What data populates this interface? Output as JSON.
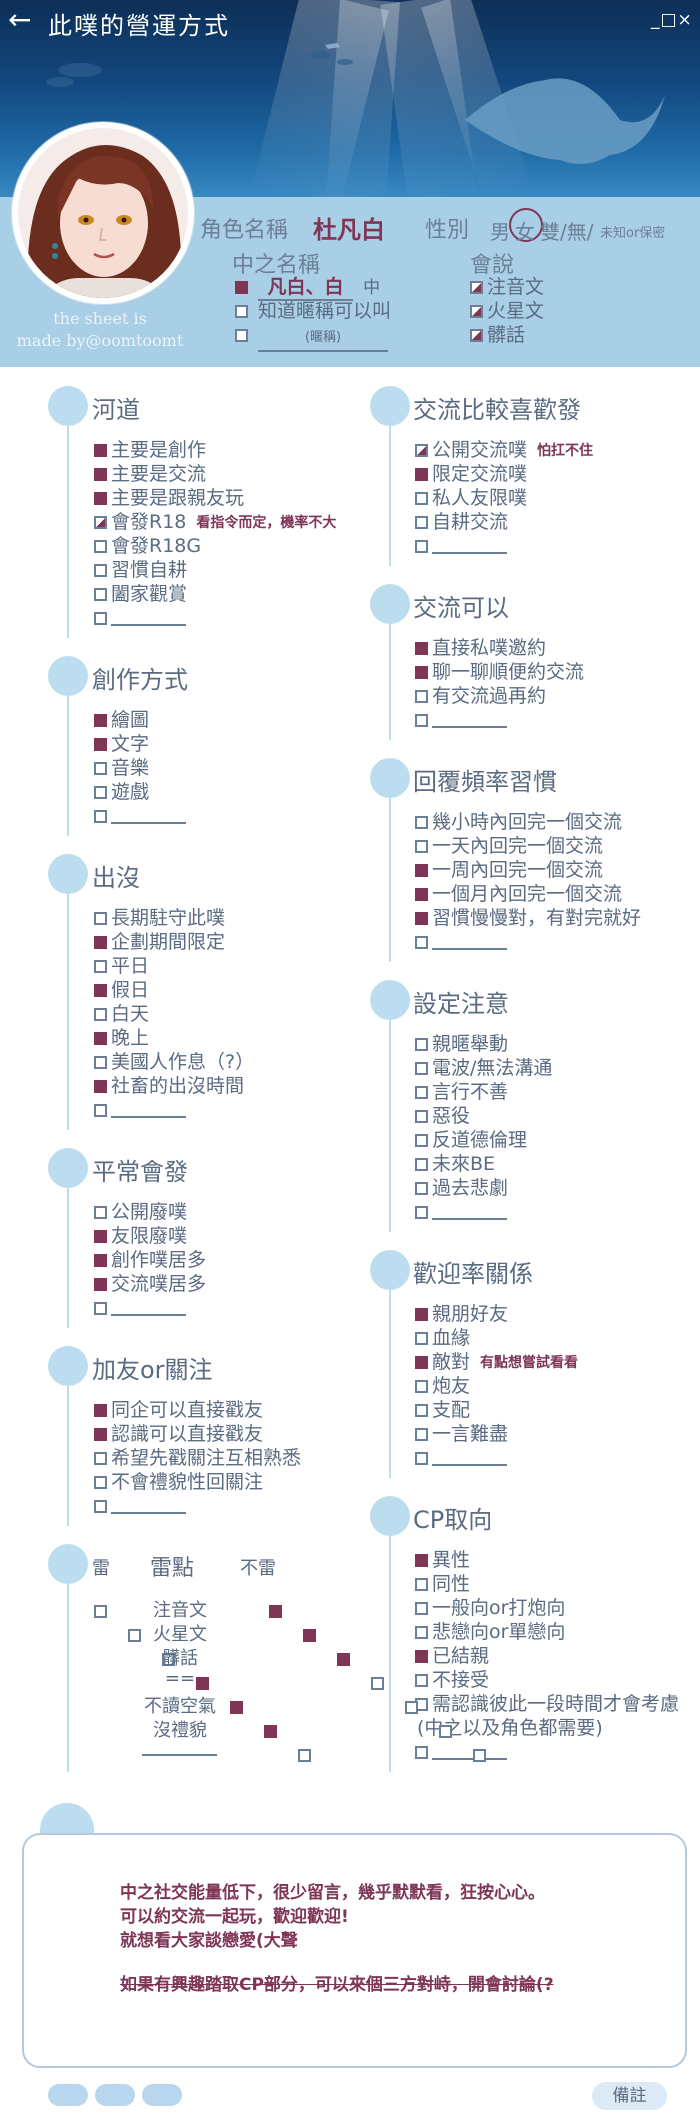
{
  "header": {
    "title": "此噗的營運方式",
    "window_controls": "_□×"
  },
  "credit": {
    "line1": "the sheet is",
    "line2": "made by@oomtoomt"
  },
  "profile": {
    "name_label": "角色名稱",
    "name_value": "杜凡白",
    "gender_label": "性別",
    "gender_male": "男",
    "gender_female": "女",
    "gender_rest": "雙/無/",
    "gender_small": "未知or保密",
    "pl_label": "中之名稱",
    "pl_name": "凡白、白",
    "pl_name_suffix": "中",
    "pl_nickname_ok": "知道暱稱可以叫",
    "nick_placeholder": "(暱稱)",
    "lang_label": "會說",
    "langs": [
      {
        "text": "注音文",
        "state": "half"
      },
      {
        "text": "火星文",
        "state": "half"
      },
      {
        "text": "髒話",
        "state": "half"
      }
    ]
  },
  "sections_left": [
    {
      "title": "河道",
      "items": [
        {
          "text": "主要是創作",
          "state": "on"
        },
        {
          "text": "主要是交流",
          "state": "on"
        },
        {
          "text": "主要是跟親友玩",
          "state": "on"
        },
        {
          "text": "會發R18",
          "state": "half",
          "note": "看指令而定，機率不大"
        },
        {
          "text": "會發R18G",
          "state": "off"
        },
        {
          "text": "習慣自耕",
          "state": "off"
        },
        {
          "text": "闔家觀賞",
          "state": "off"
        },
        {
          "text": "",
          "state": "off",
          "blank": true
        }
      ]
    },
    {
      "title": "創作方式",
      "items": [
        {
          "text": "繪圖",
          "state": "on"
        },
        {
          "text": "文字",
          "state": "on"
        },
        {
          "text": "音樂",
          "state": "off"
        },
        {
          "text": "遊戲",
          "state": "off"
        },
        {
          "text": "",
          "state": "off",
          "blank": true
        }
      ]
    },
    {
      "title": "出沒",
      "items": [
        {
          "text": "長期駐守此噗",
          "state": "off"
        },
        {
          "text": "企劃期間限定",
          "state": "on"
        },
        {
          "text": "平日",
          "state": "off"
        },
        {
          "text": "假日",
          "state": "on"
        },
        {
          "text": "白天",
          "state": "off"
        },
        {
          "text": "晚上",
          "state": "on"
        },
        {
          "text": "美國人作息（?）",
          "state": "off"
        },
        {
          "text": "社畜的出沒時間",
          "state": "on"
        },
        {
          "text": "",
          "state": "off",
          "blank": true
        }
      ]
    },
    {
      "title": "平常會發",
      "items": [
        {
          "text": "公開廢噗",
          "state": "off"
        },
        {
          "text": "友限廢噗",
          "state": "on"
        },
        {
          "text": "創作噗居多",
          "state": "on"
        },
        {
          "text": "交流噗居多",
          "state": "on"
        },
        {
          "text": "",
          "state": "off",
          "blank": true
        }
      ]
    },
    {
      "title": "加友or關注",
      "items": [
        {
          "text": "同企可以直接戳友",
          "state": "on"
        },
        {
          "text": "認識可以直接戳友",
          "state": "on"
        },
        {
          "text": "希望先戳關注互相熟悉",
          "state": "off"
        },
        {
          "text": "不會禮貌性回關注",
          "state": "off"
        },
        {
          "text": "",
          "state": "off",
          "blank": true
        }
      ]
    }
  ],
  "sections_right": [
    {
      "title": "交流比較喜歡發",
      "items": [
        {
          "text": "公開交流噗",
          "state": "half",
          "note": "怕扛不住"
        },
        {
          "text": "限定交流噗",
          "state": "on"
        },
        {
          "text": "私人友限噗",
          "state": "off"
        },
        {
          "text": "自耕交流",
          "state": "off"
        },
        {
          "text": "",
          "state": "off",
          "blank": true
        }
      ]
    },
    {
      "title": "交流可以",
      "items": [
        {
          "text": "直接私噗邀約",
          "state": "on"
        },
        {
          "text": "聊一聊順便約交流",
          "state": "on"
        },
        {
          "text": "有交流過再約",
          "state": "off"
        },
        {
          "text": "",
          "state": "off",
          "blank": true
        }
      ]
    },
    {
      "title": "回覆頻率習慣",
      "items": [
        {
          "text": "幾小時內回完一個交流",
          "state": "off"
        },
        {
          "text": "一天內回完一個交流",
          "state": "off"
        },
        {
          "text": "一周內回完一個交流",
          "state": "on"
        },
        {
          "text": "一個月內回完一個交流",
          "state": "on"
        },
        {
          "text": "習慣慢慢對，有對完就好",
          "state": "on"
        },
        {
          "text": "",
          "state": "off",
          "blank": true
        }
      ]
    },
    {
      "title": "設定注意",
      "items": [
        {
          "text": "親暱舉動",
          "state": "off"
        },
        {
          "text": "電波/無法溝通",
          "state": "off"
        },
        {
          "text": "言行不善",
          "state": "off"
        },
        {
          "text": "惡役",
          "state": "off"
        },
        {
          "text": "反道德倫理",
          "state": "off"
        },
        {
          "text": "未來BE",
          "state": "off"
        },
        {
          "text": "過去悲劇",
          "state": "off"
        },
        {
          "text": "",
          "state": "off",
          "blank": true
        }
      ]
    },
    {
      "title": "歡迎率關係",
      "items": [
        {
          "text": "親朋好友",
          "state": "on"
        },
        {
          "text": "血緣",
          "state": "off"
        },
        {
          "text": "敵對",
          "state": "on",
          "note": "有點想嘗試看看"
        },
        {
          "text": "炮友",
          "state": "off"
        },
        {
          "text": "支配",
          "state": "off"
        },
        {
          "text": "一言難盡",
          "state": "off"
        },
        {
          "text": "",
          "state": "off",
          "blank": true
        }
      ]
    },
    {
      "title": "CP取向",
      "items": [
        {
          "text": "異性",
          "state": "on"
        },
        {
          "text": "同性",
          "state": "off"
        },
        {
          "text": "一般向or打炮向",
          "state": "off"
        },
        {
          "text": "悲戀向or單戀向",
          "state": "off"
        },
        {
          "text": "已結親",
          "state": "on"
        },
        {
          "text": "不接受",
          "state": "off"
        },
        {
          "text": "需認識彼此一段時間才會考慮",
          "state": "off"
        },
        {
          "text": "(中之以及角色都需要)",
          "state": "none"
        },
        {
          "text": "",
          "state": "off",
          "blank": true
        }
      ]
    }
  ],
  "mines": {
    "title": "雷點",
    "left_label": "雷",
    "right_label": "不雷",
    "rows": [
      {
        "text": "注音文",
        "mine": "off",
        "ok": "on"
      },
      {
        "text": "火星文",
        "mine": "off",
        "ok": "on"
      },
      {
        "text": "髒話",
        "mine": "off",
        "ok": "on"
      },
      {
        "text": "==",
        "mine": "on",
        "ok": "off"
      },
      {
        "text": "不讀空氣",
        "mine": "on",
        "ok": "off"
      },
      {
        "text": "沒禮貌",
        "mine": "on",
        "ok": "off"
      },
      {
        "text": "",
        "mine": "off",
        "ok": "off",
        "blank": true
      }
    ]
  },
  "comments": {
    "line1": "中之社交能量低下，很少留言，幾乎默默看，狂按心心。",
    "line2": "可以約交流一起玩，歡迎歡迎!",
    "line3": "就想看大家談戀愛(大聲",
    "line4": "如果有興趣踏取CP部分，可以來個三方對峙，開會討論(?"
  },
  "footer": {
    "memo": "備註"
  },
  "colors": {
    "accent": "#7e3556",
    "text": "#5a6b82",
    "bubble": "#bcdcf0",
    "info_bg": "#a9cfe6"
  }
}
